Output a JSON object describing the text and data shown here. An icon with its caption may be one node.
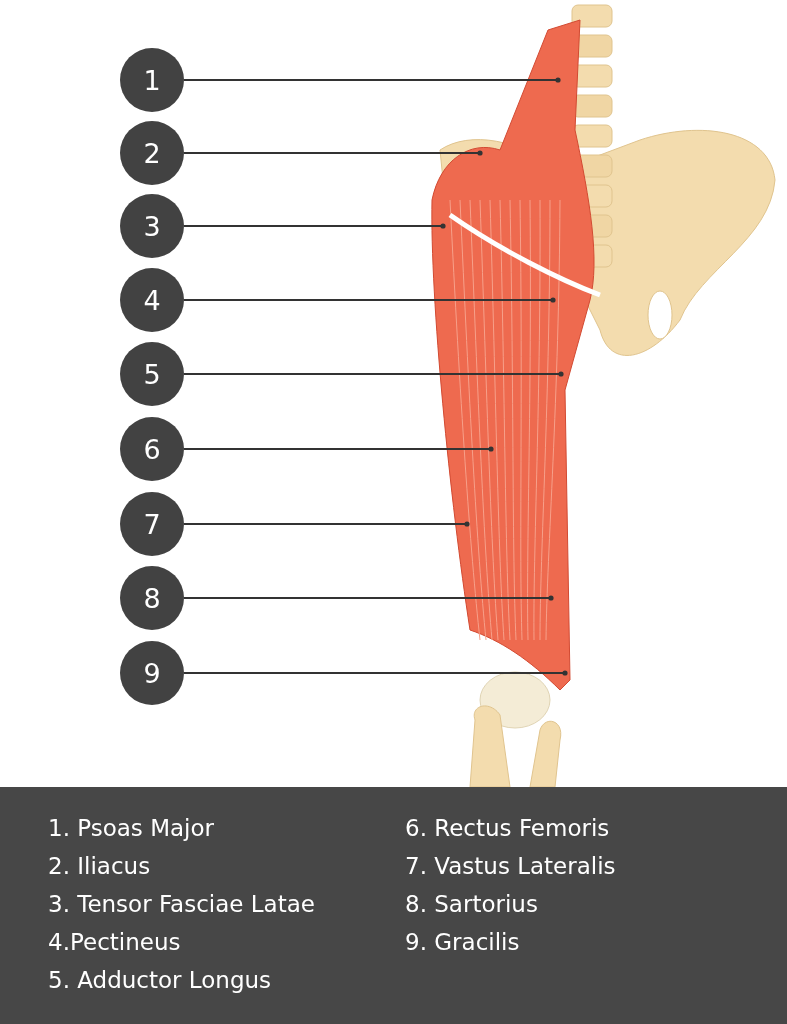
{
  "diagram": {
    "nodes": [
      {
        "text": [
          "1"
        ]
      },
      {
        "text": [
          "2"
        ]
      },
      {
        "text": [
          "3"
        ]
      },
      {
        "text": [
          "4"
        ]
      },
      {
        "text": [
          "5"
        ]
      },
      {
        "text": [
          "6"
        ]
      },
      {
        "text": [
          "7"
        ]
      },
      {
        "text": [
          "8"
        ]
      },
      {
        "text": [
          "9"
        ]
      }
    ],
    "edges": [
      {
        "from": 0,
        "to": null,
        "arrow": "other"
      },
      {
        "from": 1,
        "to": null,
        "arrow": "other"
      },
      {
        "from": 2,
        "to": null,
        "arrow": "other"
      },
      {
        "from": 3,
        "to": null,
        "arrow": "other"
      },
      {
        "from": 4,
        "to": null,
        "arrow": "other"
      },
      {
        "from": 5,
        "to": null,
        "arrow": "other"
      },
      {
        "from": 6,
        "to": null,
        "arrow": "other"
      },
      {
        "from": 7,
        "to": null,
        "arrow": "other"
      },
      {
        "from": 8,
        "to": null,
        "arrow": "other"
      }
    ],
    "labels": [
      "1. Psoas Major",
      "6. Rectus Femoris",
      "2. Iliacus",
      "7. Vastus Lateralis",
      "3. Tensor Fasciae Latae",
      "8. Sartorius",
      "4.Pectineus",
      "9. Gracilis",
      "5. Adductor Longus"
    ]
  }
}
